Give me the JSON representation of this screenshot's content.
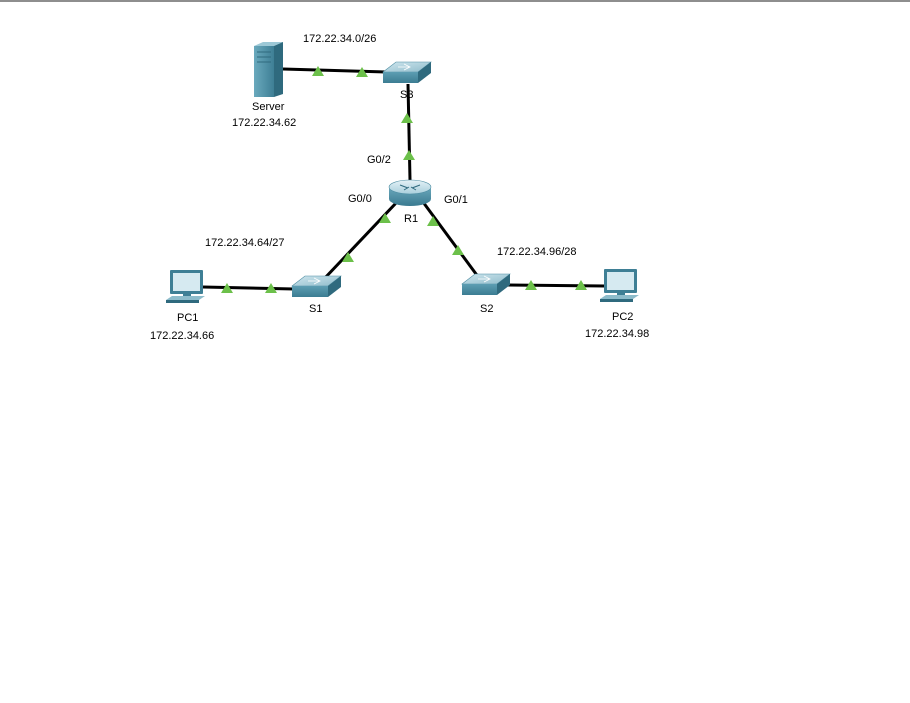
{
  "subnets": {
    "server_net": "172.22.34.0/26",
    "pc1_net": "172.22.34.64/27",
    "pc2_net": "172.22.34.96/28"
  },
  "devices": {
    "server": {
      "name": "Server",
      "ip": "172.22.34.62",
      "icon": "server-icon"
    },
    "s3": {
      "name": "S3",
      "icon": "switch-icon"
    },
    "r1": {
      "name": "R1",
      "icon": "router-icon"
    },
    "s1": {
      "name": "S1",
      "icon": "switch-icon"
    },
    "s2": {
      "name": "S2",
      "icon": "switch-icon"
    },
    "pc1": {
      "name": "PC1",
      "ip": "172.22.34.66",
      "icon": "pc-icon"
    },
    "pc2": {
      "name": "PC2",
      "ip": "172.22.34.98",
      "icon": "pc-icon"
    }
  },
  "interfaces": {
    "r1_g02": "G0/2",
    "r1_g00": "G0/0",
    "r1_g01": "G0/1"
  },
  "colors": {
    "link": "#000000",
    "link_up": "#6cc04a",
    "device_blue": "#4f93a8"
  }
}
